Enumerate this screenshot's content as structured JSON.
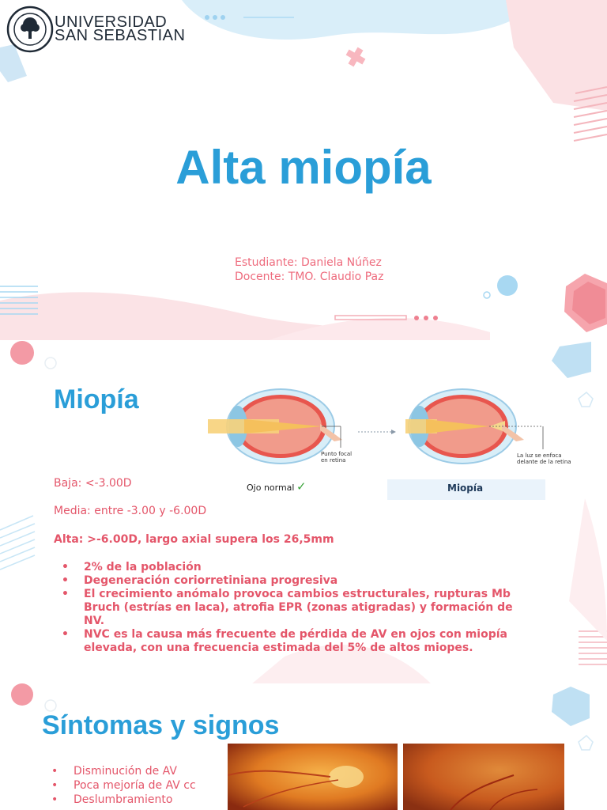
{
  "colors": {
    "accent": "#2a9ed8",
    "pink": "#e4566a",
    "soft_pink": "#fbe3e6",
    "soft_blue": "#d5ecf8"
  },
  "logo": {
    "line1": "UNIVERSIDAD",
    "line2": "SAN SEBASTIAN",
    "icon": "university-seal-icon"
  },
  "slide1": {
    "title": "Alta miopía",
    "student": "Estudiante: Daniela Núñez",
    "teacher": "Docente: TMO. Claudio Paz"
  },
  "slide2": {
    "title": "Miopía",
    "figure": {
      "left_callout": "Punto focal en retina",
      "left_caption": "Ojo normal",
      "right_callout": "La luz se enfoca delante de la retina",
      "right_caption": "Miopía",
      "check_icon": "check-icon"
    },
    "classification": [
      "Baja: <-3.00D",
      "Media: entre -3.00 y -6.00D",
      "Alta: >-6.00D, largo axial supera los 26,5mm"
    ],
    "bullets": [
      "2% de la población",
      "Degeneración coriorretiniana progresiva",
      "El crecimiento anómalo provoca cambios estructurales, rupturas Mb Bruch (estrías en laca), atrofia EPR (zonas atigradas) y formación de NV.",
      "NVC es la causa más frecuente de pérdida de AV en ojos con miopía elevada, con una frecuencia estimada del 5% de altos miopes."
    ]
  },
  "slide3": {
    "title": "Síntomas y signos",
    "bullets": [
      "Disminución de AV",
      "Poca mejoría de AV cc",
      "Deslumbramiento"
    ]
  }
}
